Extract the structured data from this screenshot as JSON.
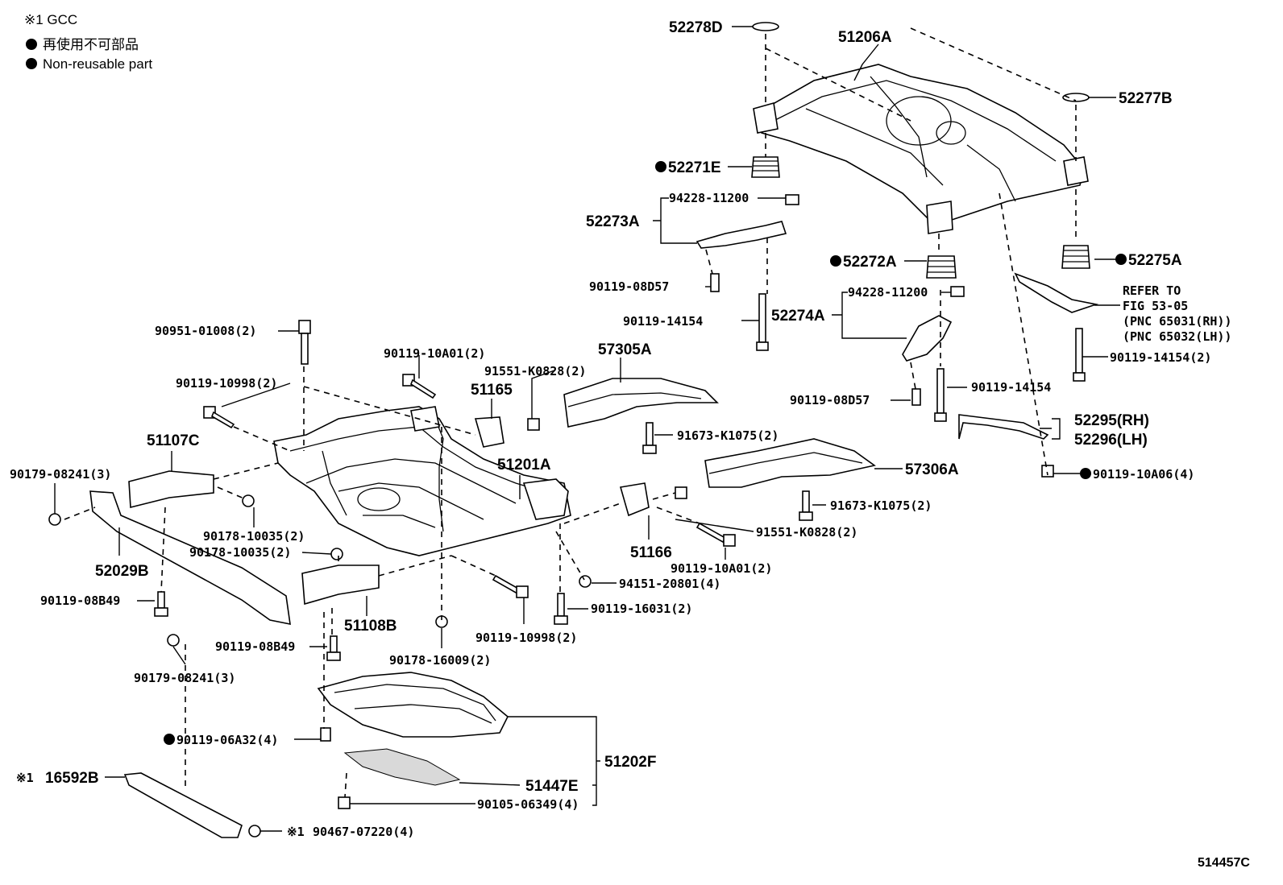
{
  "legend": {
    "gcc_note": "※1 GCC",
    "non_reusable_jp": "再使用不可部品",
    "non_reusable_en": "Non-reusable part"
  },
  "diagram_id": "514457C",
  "refer": {
    "line1": "REFER TO",
    "line2": "FIG 53-05",
    "line3": "(PNC 65031(RH))",
    "line4": "(PNC 65032(LH))"
  },
  "parts": {
    "p52278D": "52278D",
    "p51206A": "51206A",
    "p52277B": "52277B",
    "p52271E": "52271E",
    "p94228_a": "94228-11200",
    "p52273A": "52273A",
    "p52272A": "52272A",
    "p52275A": "52275A",
    "p90119_08D57_a": "90119-08D57",
    "p94228_b": "94228-11200",
    "p90119_14154_a": "90119-14154",
    "p52274A": "52274A",
    "p90951": "90951-01008(2)",
    "p90119_10A01_a": "90119-10A01(2)",
    "p57305A": "57305A",
    "p91551_a": "91551-K0828(2)",
    "p90119_14154_2": "90119-14154(2)",
    "p90119_10998_a": "90119-10998(2)",
    "p51165": "51165",
    "p90119_08D57_b": "90119-08D57",
    "p90119_14154_b": "90119-14154",
    "p52295": "52295(RH)",
    "p52296": "52296(LH)",
    "p51107C": "51107C",
    "p91673_a": "91673-K1075(2)",
    "p51201A": "51201A",
    "p57306A": "57306A",
    "p90179_a": "90179-08241(3)",
    "p90119_10A06": "90119-10A06(4)",
    "p91673_b": "91673-K1075(2)",
    "p90178_a": "90178-10035(2)",
    "p91551_b": "91551-K0828(2)",
    "p90178_b": "90178-10035(2)",
    "p51166": "51166",
    "p52029B": "52029B",
    "p90119_10A01_b": "90119-10A01(2)",
    "p94151": "94151-20801(4)",
    "p90119_08B49_a": "90119-08B49",
    "p90119_16031": "90119-16031(2)",
    "p51108B": "51108B",
    "p90119_10998_b": "90119-10998(2)",
    "p90119_08B49_b": "90119-08B49",
    "p90178_16009": "90178-16009(2)",
    "p90179_b": "90179-08241(3)",
    "p90119_06A32": "90119-06A32(4)",
    "p51202F": "51202F",
    "p16592B": "16592B",
    "p51447E": "51447E",
    "p90105": "90105-06349(4)",
    "p90467": "90467-07220(4)",
    "gcc_mark": "※1"
  }
}
